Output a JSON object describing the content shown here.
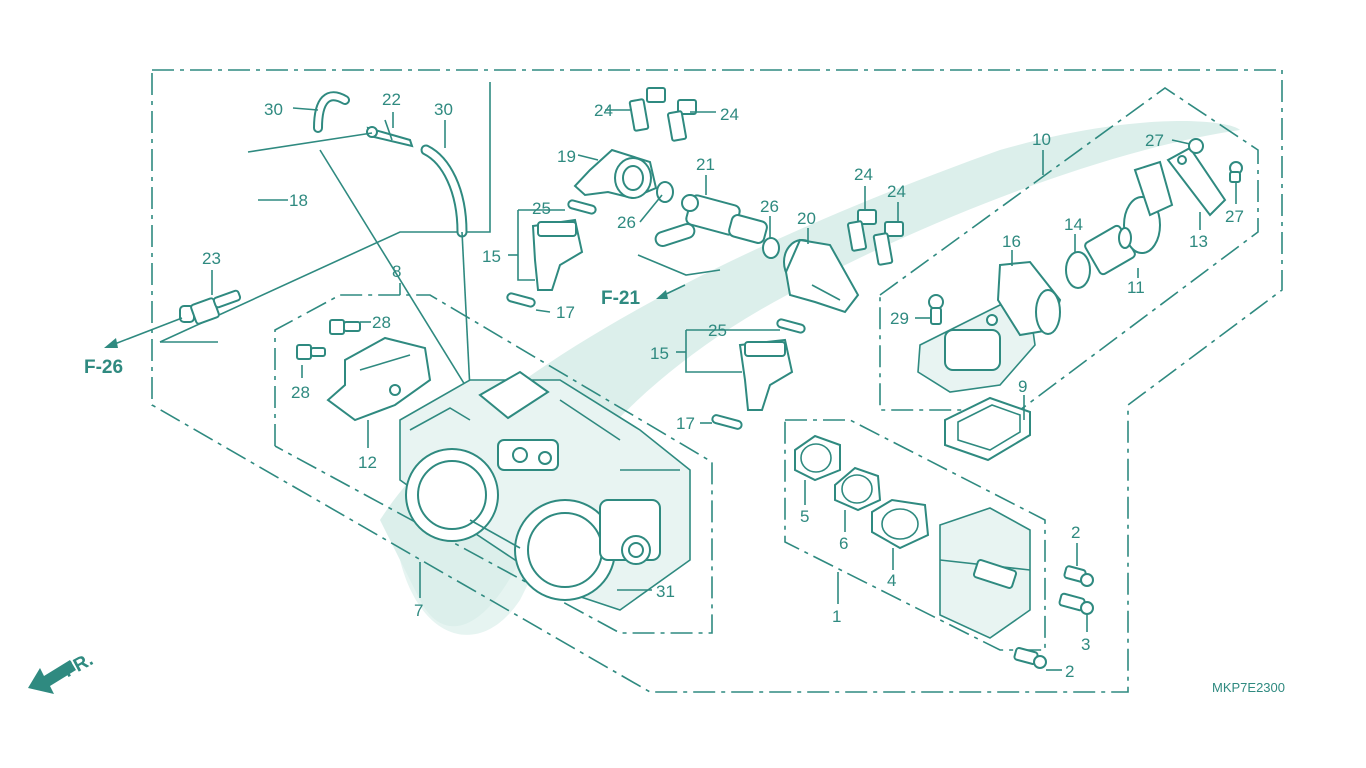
{
  "diagram_code": "MKP7E2300",
  "front_label": "FR.",
  "refs": {
    "f26": "F-26",
    "f21": "F-21"
  },
  "parts": {
    "p1": "1",
    "p2a": "2",
    "p2b": "2",
    "p3": "3",
    "p4": "4",
    "p5": "5",
    "p6": "6",
    "p7": "7",
    "p8": "8",
    "p9": "9",
    "p10": "10",
    "p11": "11",
    "p12": "12",
    "p13": "13",
    "p14": "14",
    "p15a": "15",
    "p15b": "15",
    "p16": "16",
    "p17a": "17",
    "p17b": "17",
    "p18": "18",
    "p19": "19",
    "p20": "20",
    "p21": "21",
    "p22": "22",
    "p23": "23",
    "p24a": "24",
    "p24b": "24",
    "p24c": "24",
    "p24d": "24",
    "p25a": "25",
    "p25b": "25",
    "p26a": "26",
    "p26b": "26",
    "p27a": "27",
    "p27b": "27",
    "p28a": "28",
    "p28b": "28",
    "p29": "29",
    "p30a": "30",
    "p30b": "30",
    "p31": "31"
  },
  "colors": {
    "line": "#2f8a80",
    "watermark": "#dcefeb"
  }
}
